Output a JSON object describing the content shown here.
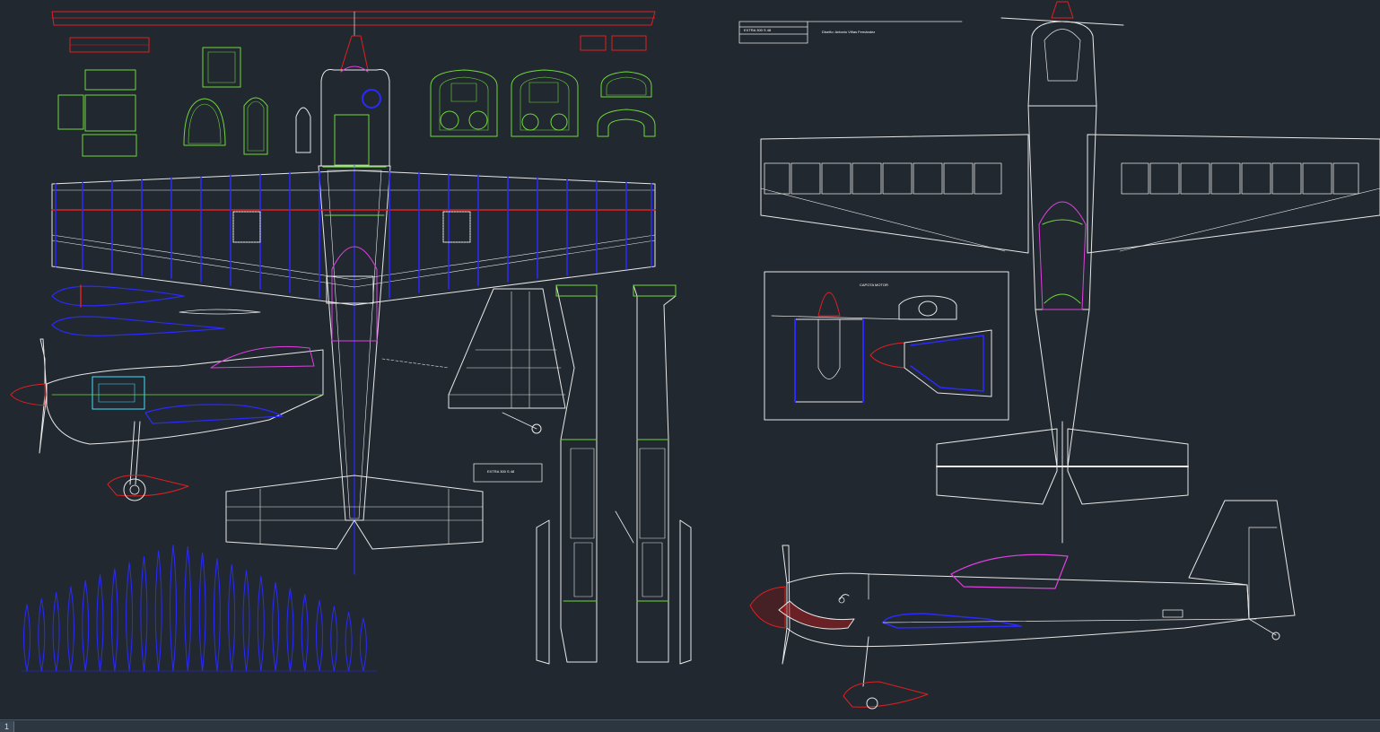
{
  "drawing": {
    "plate_title_short": "EXTRA 300 S 48",
    "plate_title_long": "EXTRA 300 S 48",
    "designer": "Diseño: Antonio Viñas Fernández",
    "cowl_heading": "CAPOTA MOTOR"
  },
  "colors": {
    "background": "#212830",
    "white": "#e8e8e8",
    "red": "#e02020",
    "blue": "#2a2aff",
    "green": "#6fd83a",
    "magenta": "#e040e0",
    "cyan": "#40e0ff"
  },
  "statusbar": {
    "tab_label": "1"
  }
}
